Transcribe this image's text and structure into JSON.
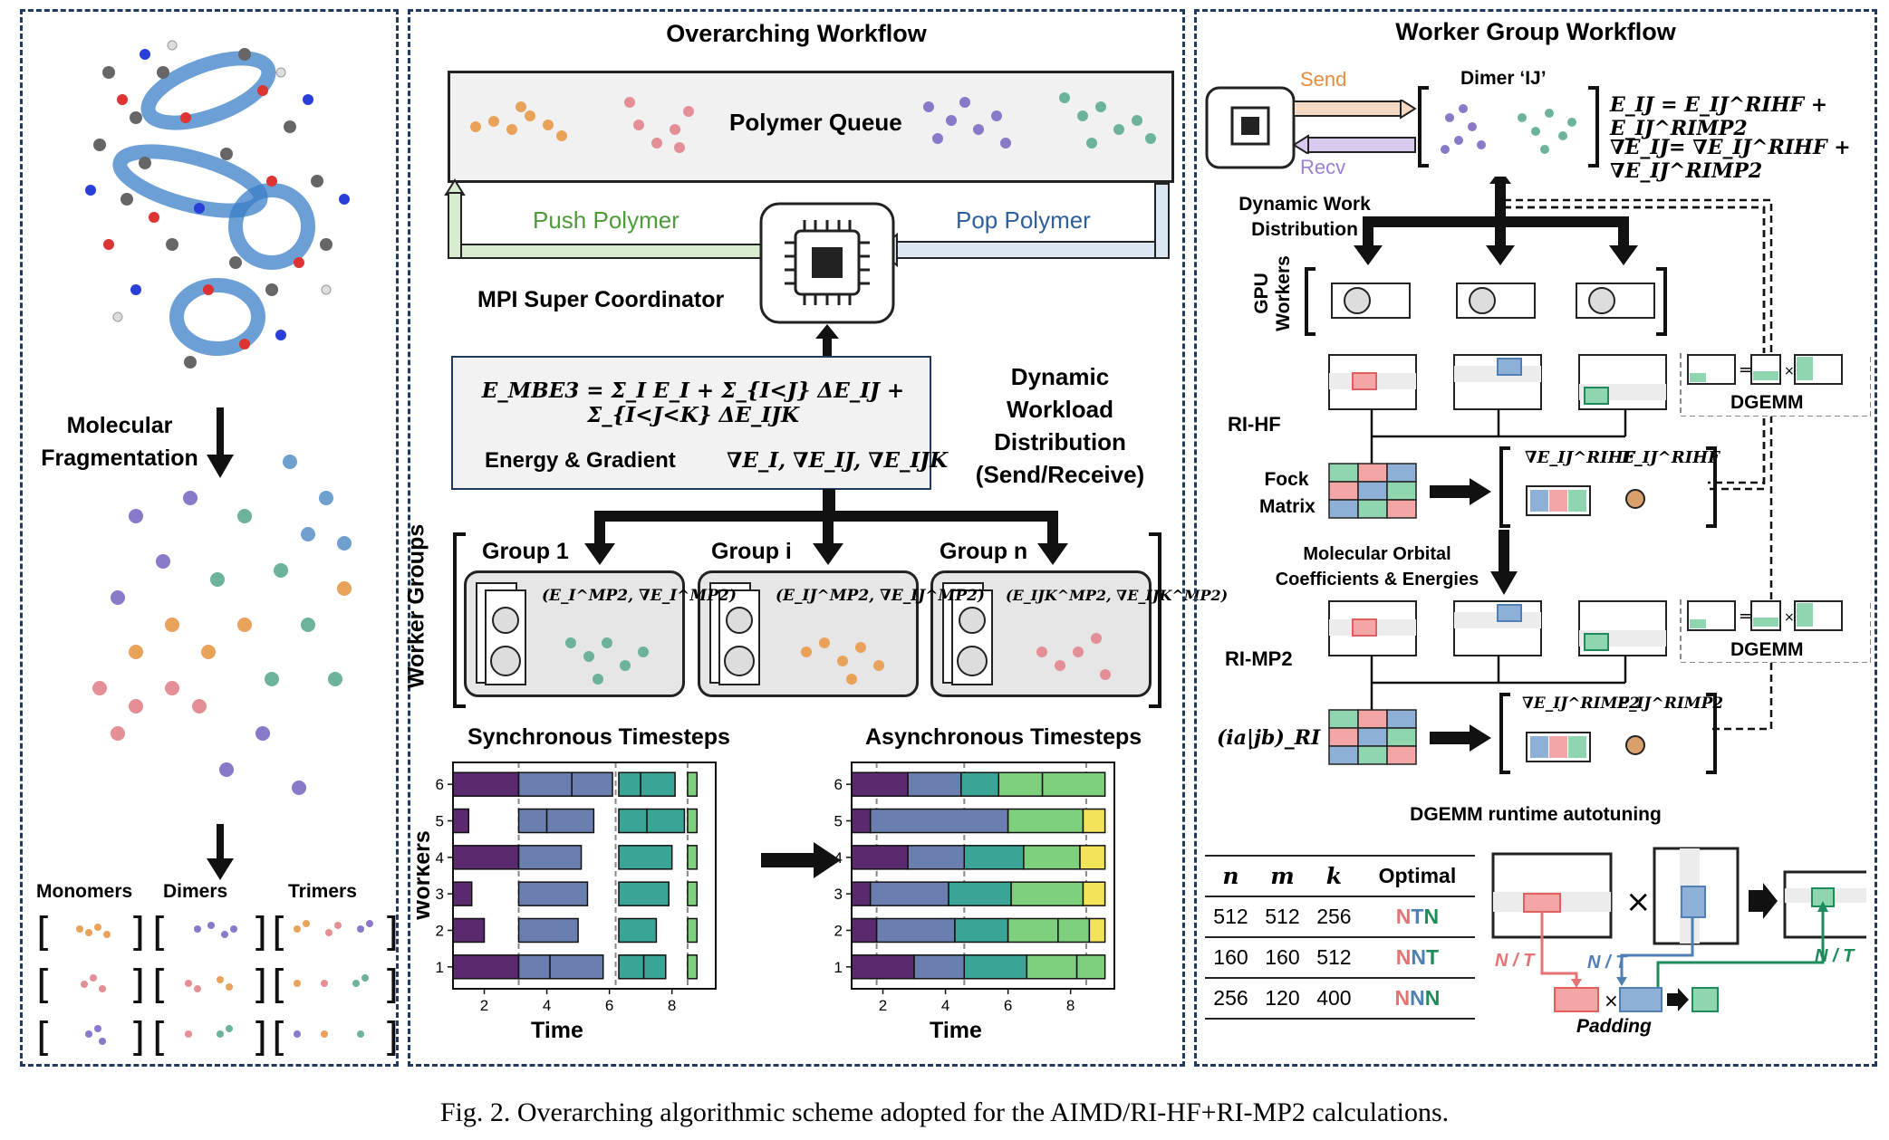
{
  "left_panel": {
    "fragmentation_label_line1": "Molecular",
    "fragmentation_label_line2": "Fragmentation",
    "monomers_label": "Monomers",
    "dimers_label": "Dimers",
    "trimers_label": "Trimers"
  },
  "middle_panel": {
    "title": "Overarching Workflow",
    "queue_label": "Polymer Queue",
    "push_label": "Push Polymer",
    "pop_label": "Pop Polymer",
    "coordinator_label": "MPI Super Coordinator",
    "energy_equation": "E_MBE3 = Σ_I E_I + Σ_{I<J} ΔE_IJ + Σ_{I<J<K} ΔE_IJK",
    "energy_gradient_label": "Energy & Gradient",
    "gradient_terms": "∇E_I, ∇E_IJ, ∇E_IJK",
    "dynamic_label_line1": "Dynamic",
    "dynamic_label_line2": "Workload",
    "dynamic_label_line3": "Distribution",
    "dynamic_label_line4": "(Send/Receive)",
    "worker_groups_label": "Worker Groups",
    "groups": [
      {
        "label": "Group 1",
        "terms": "(E_I^MP2, ∇E_I^MP2)"
      },
      {
        "label": "Group i",
        "terms": "(E_IJ^MP2, ∇E_IJ^MP2)"
      },
      {
        "label": "Group n",
        "terms": "(E_IJK^MP2, ∇E_IJK^MP2)"
      }
    ]
  },
  "sync_chart_title": "Synchronous Timesteps",
  "async_chart_title": "Asynchronous Timesteps",
  "chart_data": [
    {
      "type": "bar",
      "title": "Synchronous Timesteps",
      "xlabel": "Time",
      "ylabel": "Workers",
      "xticks": [
        2,
        4,
        6,
        8
      ],
      "yticks": [
        1,
        2,
        3,
        4,
        5,
        6
      ],
      "xlim": [
        1,
        9.4
      ],
      "ylim": [
        0.4,
        6.6
      ],
      "sync_lines": [
        3.1,
        6.2,
        8.5
      ],
      "rows": [
        {
          "worker": 1,
          "segments": [
            [
              1,
              3.1,
              "#5b2a6e"
            ],
            [
              3.1,
              4.1,
              "#6a7fb0"
            ],
            [
              4.1,
              5.8,
              "#6a7fb0"
            ],
            [
              6.3,
              7.1,
              "#3aa596"
            ],
            [
              7.1,
              7.8,
              "#3aa596"
            ],
            [
              8.5,
              8.8,
              "#7ed07c"
            ]
          ]
        },
        {
          "worker": 2,
          "segments": [
            [
              1,
              2.0,
              "#5b2a6e"
            ],
            [
              3.1,
              5.0,
              "#6a7fb0"
            ],
            [
              6.3,
              7.5,
              "#3aa596"
            ],
            [
              8.5,
              8.8,
              "#7ed07c"
            ]
          ]
        },
        {
          "worker": 3,
          "segments": [
            [
              1,
              1.6,
              "#5b2a6e"
            ],
            [
              3.1,
              5.3,
              "#6a7fb0"
            ],
            [
              6.3,
              7.9,
              "#3aa596"
            ],
            [
              8.5,
              8.8,
              "#7ed07c"
            ]
          ]
        },
        {
          "worker": 4,
          "segments": [
            [
              1,
              3.1,
              "#5b2a6e"
            ],
            [
              3.1,
              5.1,
              "#6a7fb0"
            ],
            [
              6.3,
              8.0,
              "#3aa596"
            ],
            [
              8.5,
              8.8,
              "#7ed07c"
            ]
          ]
        },
        {
          "worker": 5,
          "segments": [
            [
              1,
              1.5,
              "#5b2a6e"
            ],
            [
              3.1,
              4.0,
              "#6a7fb0"
            ],
            [
              4.0,
              5.5,
              "#6a7fb0"
            ],
            [
              6.3,
              7.2,
              "#3aa596"
            ],
            [
              7.2,
              8.4,
              "#3aa596"
            ],
            [
              8.5,
              8.8,
              "#7ed07c"
            ]
          ]
        },
        {
          "worker": 6,
          "segments": [
            [
              1,
              3.1,
              "#5b2a6e"
            ],
            [
              3.1,
              4.8,
              "#6a7fb0"
            ],
            [
              4.8,
              6.1,
              "#6a7fb0"
            ],
            [
              6.3,
              7.0,
              "#3aa596"
            ],
            [
              7.0,
              8.1,
              "#3aa596"
            ],
            [
              8.5,
              8.8,
              "#7ed07c"
            ]
          ]
        }
      ]
    },
    {
      "type": "bar",
      "title": "Asynchronous Timesteps",
      "xlabel": "Time",
      "ylabel": "",
      "xticks": [
        2,
        4,
        6,
        8
      ],
      "yticks": [
        1,
        2,
        3,
        4,
        5,
        6
      ],
      "xlim": [
        1,
        9.4
      ],
      "ylim": [
        0.4,
        6.6
      ],
      "sync_lines": [
        1.8,
        4.6,
        8.5
      ],
      "rows": [
        {
          "worker": 1,
          "segments": [
            [
              1,
              3.0,
              "#5b2a6e"
            ],
            [
              3.0,
              4.6,
              "#6a7fb0"
            ],
            [
              4.6,
              6.6,
              "#3aa596"
            ],
            [
              6.6,
              8.2,
              "#7ed07c"
            ],
            [
              8.2,
              9.1,
              "#7ed07c"
            ]
          ]
        },
        {
          "worker": 2,
          "segments": [
            [
              1,
              1.8,
              "#5b2a6e"
            ],
            [
              1.8,
              4.3,
              "#6a7fb0"
            ],
            [
              4.3,
              6.0,
              "#3aa596"
            ],
            [
              6.0,
              7.6,
              "#7ed07c"
            ],
            [
              7.6,
              8.6,
              "#7ed07c"
            ],
            [
              8.6,
              9.1,
              "#f2e35a"
            ]
          ]
        },
        {
          "worker": 3,
          "segments": [
            [
              1,
              1.6,
              "#5b2a6e"
            ],
            [
              1.6,
              4.1,
              "#6a7fb0"
            ],
            [
              4.1,
              6.1,
              "#3aa596"
            ],
            [
              6.1,
              8.4,
              "#7ed07c"
            ],
            [
              8.4,
              9.1,
              "#f2e35a"
            ]
          ]
        },
        {
          "worker": 4,
          "segments": [
            [
              1,
              2.8,
              "#5b2a6e"
            ],
            [
              2.8,
              4.6,
              "#6a7fb0"
            ],
            [
              4.6,
              6.5,
              "#3aa596"
            ],
            [
              6.5,
              8.3,
              "#7ed07c"
            ],
            [
              8.3,
              9.1,
              "#f2e35a"
            ]
          ]
        },
        {
          "worker": 5,
          "segments": [
            [
              1,
              1.6,
              "#5b2a6e"
            ],
            [
              1.6,
              6.0,
              "#6a7fb0"
            ],
            [
              6.0,
              8.4,
              "#7ed07c"
            ],
            [
              8.4,
              9.1,
              "#f2e35a"
            ]
          ]
        },
        {
          "worker": 6,
          "segments": [
            [
              1,
              2.8,
              "#5b2a6e"
            ],
            [
              2.8,
              4.5,
              "#6a7fb0"
            ],
            [
              4.5,
              5.7,
              "#3aa596"
            ],
            [
              5.7,
              7.1,
              "#7ed07c"
            ],
            [
              7.1,
              9.1,
              "#7ed07c"
            ]
          ]
        }
      ]
    },
    {
      "type": "table",
      "title": "DGEMM runtime autotuning",
      "columns": [
        "n",
        "m",
        "k",
        "Optimal"
      ],
      "rows": [
        [
          "512",
          "512",
          "256",
          "NTN"
        ],
        [
          "160",
          "160",
          "512",
          "NNT"
        ],
        [
          "256",
          "120",
          "400",
          "NNN"
        ]
      ]
    }
  ],
  "right_panel": {
    "title": "Worker Group Workflow",
    "send_label": "Send",
    "recv_label": "Recv",
    "dimer_label": "Dimer ‘IJ’",
    "energy_eq": "E_IJ = E_IJ^RIHF + E_IJ^RIMP2",
    "gradient_eq": "∇E_IJ= ∇E_IJ^RIHF + ∇E_IJ^RIMP2",
    "dynamic_work_line1": "Dynamic  Work",
    "dynamic_work_line2": "Distribution",
    "gpu_workers_line1": "GPU",
    "gpu_workers_line2": "Workers",
    "rihf_label": "RI-HF",
    "dgemm_label": "DGEMM",
    "fock_line1": "Fock",
    "fock_line2": "Matrix",
    "rihf_grad": "∇E_IJ^RIHF",
    "rihf_energy": "E_IJ^RIHF",
    "mo_line1": "Molecular Orbital",
    "mo_line2": "Coefficients & Energies",
    "rimp2_label": "RI-MP2",
    "dgemm_label_2": "DGEMM",
    "ri_integral_label": "(ia|jb)_RI",
    "rimp2_grad": "∇E_IJ^RIMP2",
    "rimp2_energy": "E_IJ^RIMP2",
    "autotuning_title": "DGEMM runtime autotuning",
    "table_header": [
      "n",
      "m",
      "k",
      "Optimal"
    ],
    "table_rows": [
      [
        "512",
        "512",
        "256",
        "NTN"
      ],
      [
        "160",
        "160",
        "512",
        "NNT"
      ],
      [
        "256",
        "120",
        "400",
        "NNN"
      ]
    ],
    "nt_label_red": "N / T",
    "nt_label_blue": "N / T",
    "nt_label_green": "N / T",
    "padding_label": "Padding"
  },
  "caption": "Fig. 2.  Overarching algorithmic scheme adopted for the AIMD/RI-HF+RI-MP2 calculations.",
  "colors": {
    "orange_mol": "#e8a25a",
    "pink_mol": "#e48f95",
    "purple_mol": "#8a78c9",
    "green_mol": "#6db39a",
    "push_green": "#4f9a3a",
    "pop_blue": "#2e5f9a",
    "send_orange": "#e88a3c",
    "recv_purple": "#9a7fd0"
  }
}
